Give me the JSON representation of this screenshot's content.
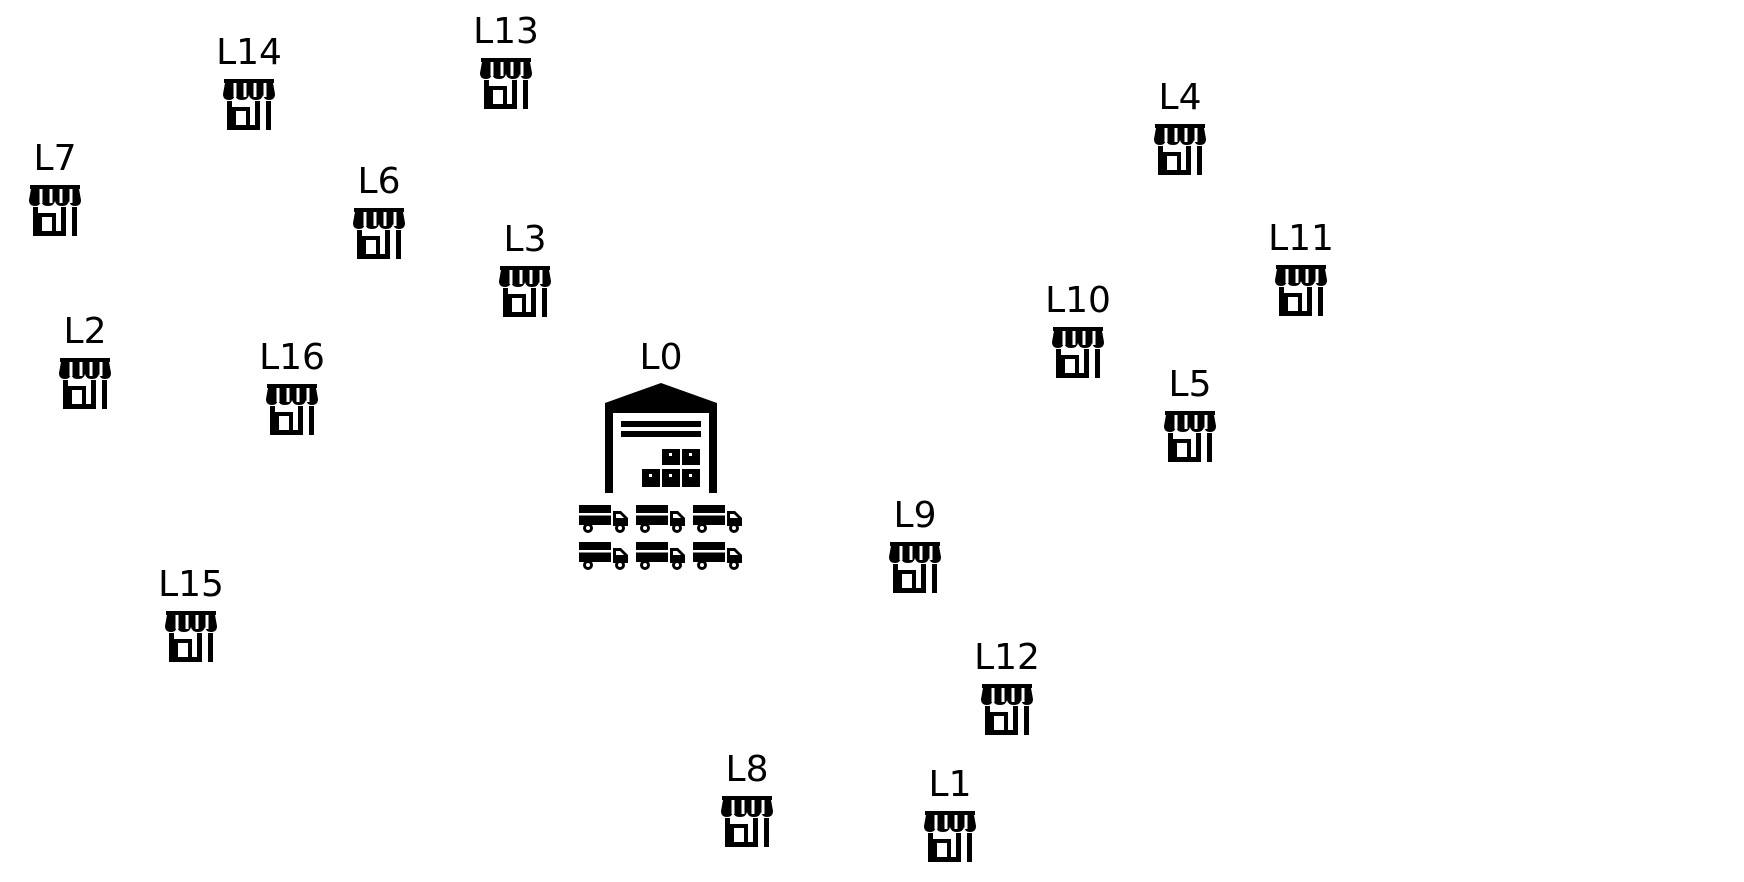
{
  "depot": {
    "label": "L0",
    "icon": "warehouse-icon",
    "fleet_icon": "truck-icon",
    "fleet_size": 6
  },
  "stores": [
    {
      "id": "L1",
      "label": "L1",
      "icon": "store-icon"
    },
    {
      "id": "L2",
      "label": "L2",
      "icon": "store-icon"
    },
    {
      "id": "L3",
      "label": "L3",
      "icon": "store-icon"
    },
    {
      "id": "L4",
      "label": "L4",
      "icon": "store-icon"
    },
    {
      "id": "L5",
      "label": "L5",
      "icon": "store-icon"
    },
    {
      "id": "L6",
      "label": "L6",
      "icon": "store-icon"
    },
    {
      "id": "L7",
      "label": "L7",
      "icon": "store-icon"
    },
    {
      "id": "L8",
      "label": "L8",
      "icon": "store-icon"
    },
    {
      "id": "L9",
      "label": "L9",
      "icon": "store-icon"
    },
    {
      "id": "L10",
      "label": "L10",
      "icon": "store-icon"
    },
    {
      "id": "L11",
      "label": "L11",
      "icon": "store-icon"
    },
    {
      "id": "L12",
      "label": "L12",
      "icon": "store-icon"
    },
    {
      "id": "L13",
      "label": "L13",
      "icon": "store-icon"
    },
    {
      "id": "L14",
      "label": "L14",
      "icon": "store-icon"
    },
    {
      "id": "L15",
      "label": "L15",
      "icon": "store-icon"
    },
    {
      "id": "L16",
      "label": "L16",
      "icon": "store-icon"
    }
  ],
  "colors": {
    "icon": "#000000",
    "background": "#ffffff"
  }
}
